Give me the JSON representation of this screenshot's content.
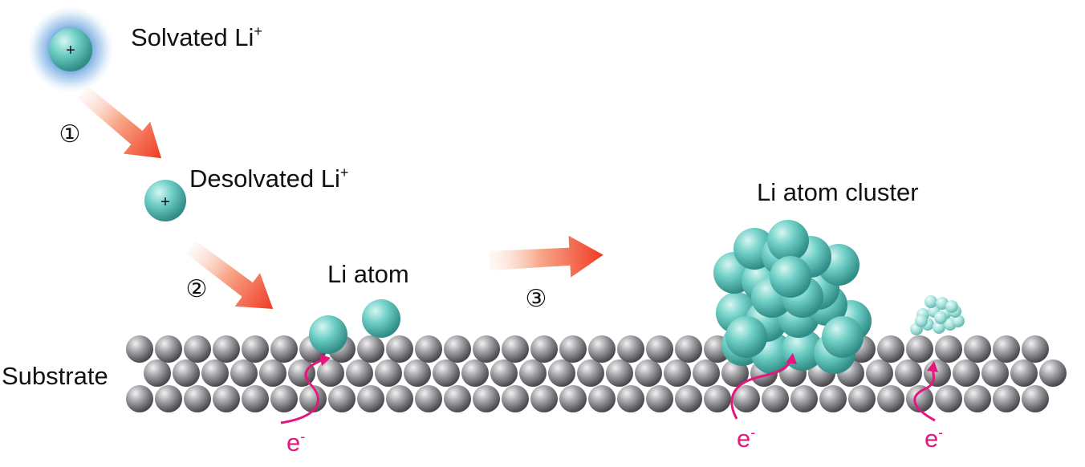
{
  "labels": {
    "solvated": "Solvated Li",
    "desolvated": "Desolvated Li",
    "plus_sup": "+",
    "li_atom": "Li atom",
    "cluster": "Li atom cluster",
    "substrate": "Substrate",
    "electron": "e",
    "minus_sup": "-"
  },
  "steps": [
    "①",
    "②",
    "③"
  ],
  "ion_symbol": "+",
  "colors": {
    "li_teal": "#6fcfc6",
    "li_teal_dark": "#2f8c86",
    "substrate_gray": "#9a9a9e",
    "substrate_dark": "#4a4a4e",
    "arrow_start": "#fde3d8",
    "arrow_end": "#ef3b24",
    "electron_path": "#e3177e",
    "solvation_glow": "#6fa8e0"
  },
  "icons": [
    "process-arrow",
    "electron-path-arrow"
  ]
}
